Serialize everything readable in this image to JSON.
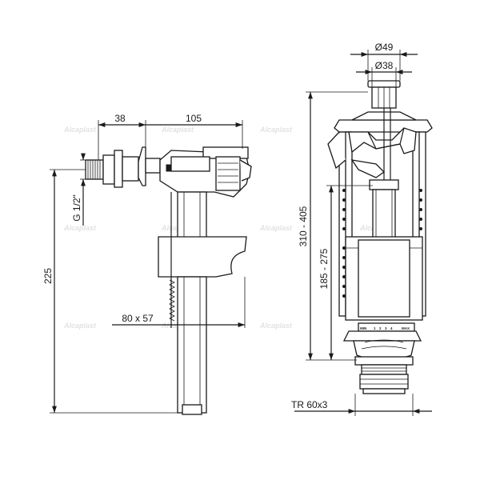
{
  "dimensions": {
    "d38": "38",
    "d105": "105",
    "g12": "G 1/2\"",
    "d225": "225",
    "d80x57": "80 x 57",
    "d49": "Ø49",
    "dia38": "Ø38",
    "d310_405": "310 - 405",
    "d185_275": "185 - 275",
    "tr60x3": "TR 60x3"
  },
  "scale": {
    "min": "MIN",
    "max": "MAX",
    "ticks": [
      "1",
      "2",
      "3",
      "4"
    ]
  },
  "watermark": "Alcaplast",
  "colors": {
    "line": "#1a1a1a",
    "watermark": "#e2e2e2"
  }
}
